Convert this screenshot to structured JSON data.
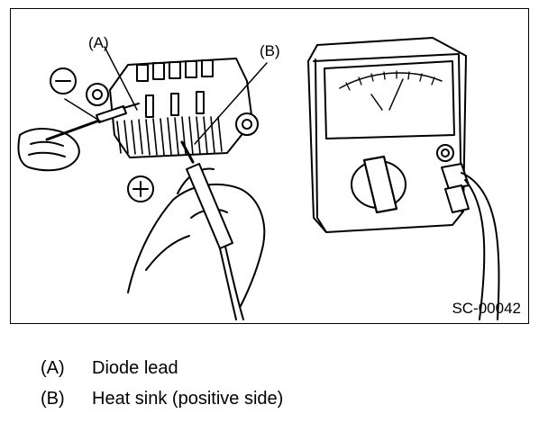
{
  "figure": {
    "callout_a": "(A)",
    "callout_b": "(B)",
    "figure_code": "SC-00042",
    "sign_negative": "minus-sign-icon",
    "sign_positive": "plus-sign-icon"
  },
  "legend": [
    {
      "key": "(A)",
      "text": "Diode lead"
    },
    {
      "key": "(B)",
      "text": "Heat sink (positive side)"
    }
  ]
}
